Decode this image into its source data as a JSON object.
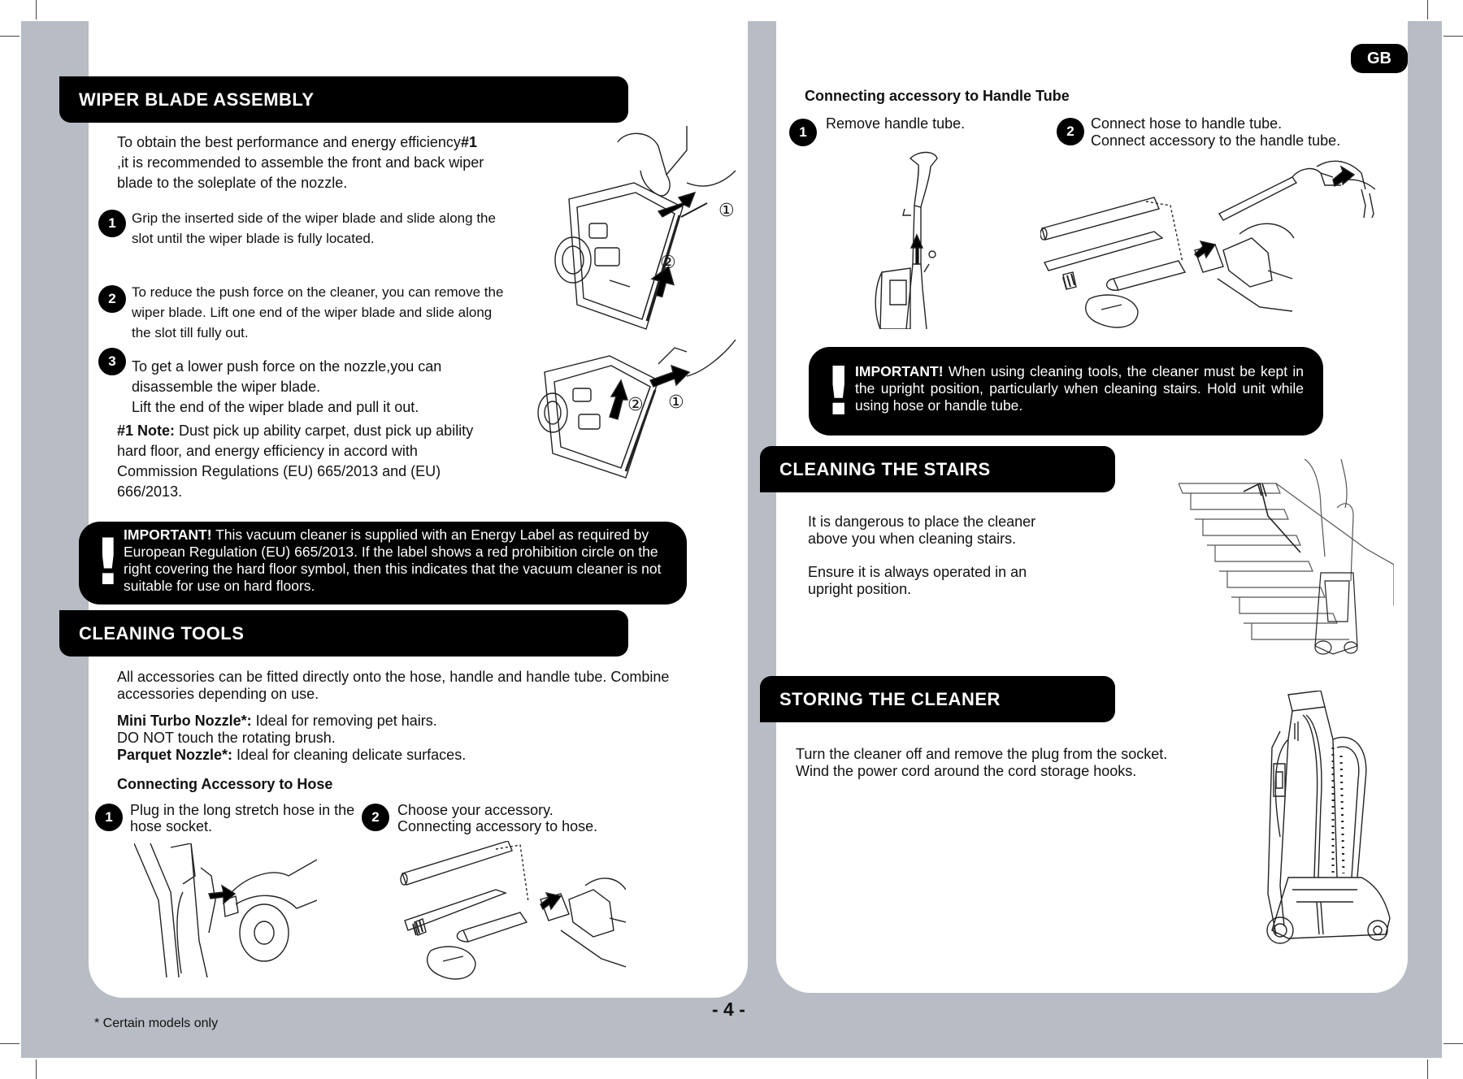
{
  "badge": "GB",
  "page_number": "- 4 -",
  "footnote": "* Certain models only",
  "wiper": {
    "title": "WIPER BLADE ASSEMBLY",
    "intro_pre": "To obtain the best performance and energy efficiency",
    "intro_ref": "#1",
    "intro_post": " ,it is recommended to assemble the front and back wiper blade to the soleplate of the nozzle.",
    "steps": [
      {
        "num": "1",
        "text": "Grip the inserted side of the wiper blade and slide along the slot until the wiper blade is fully located."
      },
      {
        "num": "2",
        "text": "To reduce the push force on the cleaner, you can remove the wiper blade. Lift one end of the wiper blade and slide along the slot till fully out."
      },
      {
        "num": "3",
        "text_line1": "To get a lower push force on the nozzle,you can disassemble the wiper blade.",
        "text_line2": "Lift the end of the wiper blade and pull it out."
      }
    ],
    "note_label": "#1 Note:",
    "note_text": " Dust pick up ability carpet, dust pick up ability hard floor, and energy efficiency in accord with Commission Regulations (EU) 665/2013 and (EU) 666/2013.",
    "callout_1": "①",
    "callout_2": "②"
  },
  "important_energy": {
    "label": "IMPORTANT!",
    "text": " This vacuum cleaner is supplied with an Energy Label as required by European Regulation (EU) 665/2013. If the label shows a red prohibition circle on the right covering the hard floor symbol, then this indicates that the vacuum cleaner is not suitable for use on hard floors."
  },
  "tools": {
    "title": "CLEANING TOOLS",
    "intro": "All accessories can be fitted directly onto the hose, handle and handle tube. Combine accessories depending on use.",
    "mini_turbo_label": "Mini Turbo Nozzle*:",
    "mini_turbo_text": " Ideal for removing pet hairs.",
    "do_not": "DO NOT touch the rotating brush.",
    "parquet_label": "Parquet Nozzle*:",
    "parquet_text": " Ideal for cleaning delicate surfaces.",
    "hose_heading": "Connecting Accessory to Hose",
    "hose_steps": [
      {
        "num": "1",
        "text": "Plug in the long stretch hose in the hose socket."
      },
      {
        "num": "2",
        "line1": "Choose your accessory.",
        "line2": "Connecting accessory to hose."
      }
    ]
  },
  "handle_tube": {
    "heading": "Connecting accessory to Handle Tube",
    "steps": [
      {
        "num": "1",
        "text": "Remove handle tube."
      },
      {
        "num": "2",
        "line1": "Connect hose to handle tube.",
        "line2": "Connect accessory to the handle tube."
      }
    ]
  },
  "important_tools": {
    "label": "IMPORTANT!",
    "text": "  When using cleaning tools, the cleaner must be kept in the upright position, particularly when cleaning stairs. Hold unit while using hose or handle  tube."
  },
  "stairs": {
    "title": "CLEANING THE STAIRS",
    "p1": "It is dangerous to place the cleaner above you when cleaning stairs.",
    "p2": "Ensure it is always operated in an upright position."
  },
  "storing": {
    "title": "STORING THE CLEANER",
    "line1": "Turn the cleaner off and remove the plug from the socket.",
    "line2": "Wind the power cord around the cord storage hooks."
  }
}
